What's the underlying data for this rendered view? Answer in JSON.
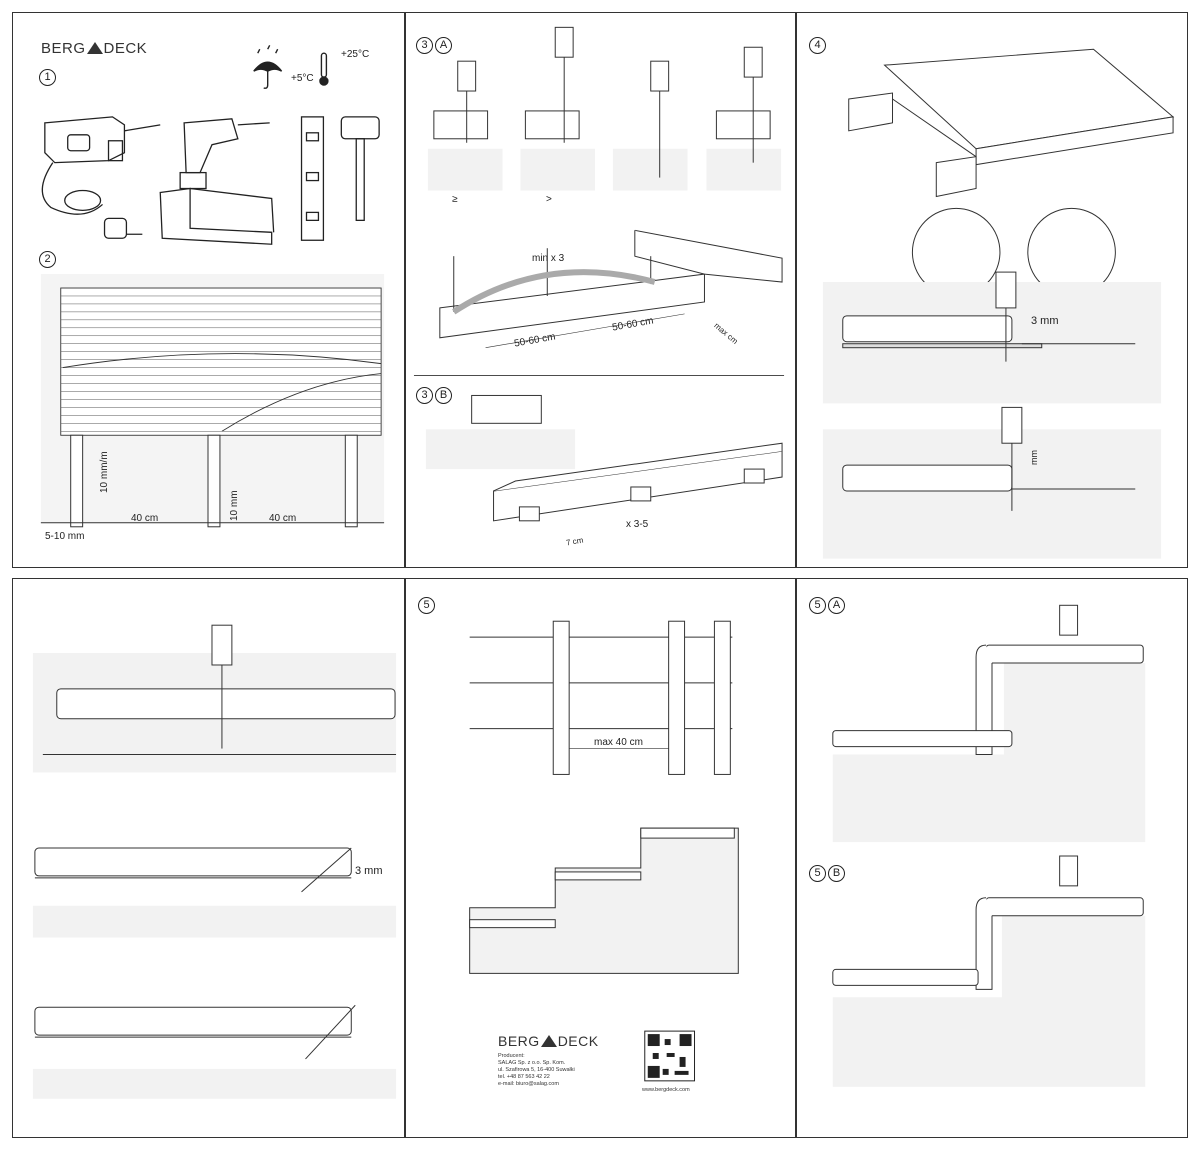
{
  "brand": {
    "part1": "BERG",
    "part2": "DECK"
  },
  "panel1": {
    "step1": "1",
    "step2": "2",
    "temp_high": "+25°C",
    "temp_low": "+5°C",
    "slope": "10 mm/m",
    "spacing1": "40 cm",
    "spacing2": "40 cm",
    "gap": "10 mm",
    "edge_gap": "5-10 mm"
  },
  "panel2": {
    "step_num": "3",
    "step_letter": "A",
    "step_b_letter": "B",
    "rule1": "≥",
    "rule2": ">",
    "min_x3": "min x 3",
    "dist1": "50-60 cm",
    "dist2": "50-60 cm",
    "max_cm": "max cm",
    "clip_dist": "7 cm",
    "clip_count": "x 3-5"
  },
  "panel3": {
    "step": "4",
    "gap": "3 mm",
    "side_gap": "mm"
  },
  "panel5": {
    "max": "max 40 cm"
  },
  "panel4": {
    "gap": "3 mm"
  },
  "panel6": {
    "step_num": "5",
    "letter_a": "A",
    "letter_b": "B"
  },
  "producer": {
    "title": "Producent:",
    "company": "SALAG Sp. z o.o. Sp. Kom.",
    "address": "ul. Szafirowa 5, 16-400 Suwałki",
    "phone": "tel. +48 87 563 42 22",
    "email": "e-mail: biuro@salag.com",
    "web": "www.bergdeck.com"
  }
}
